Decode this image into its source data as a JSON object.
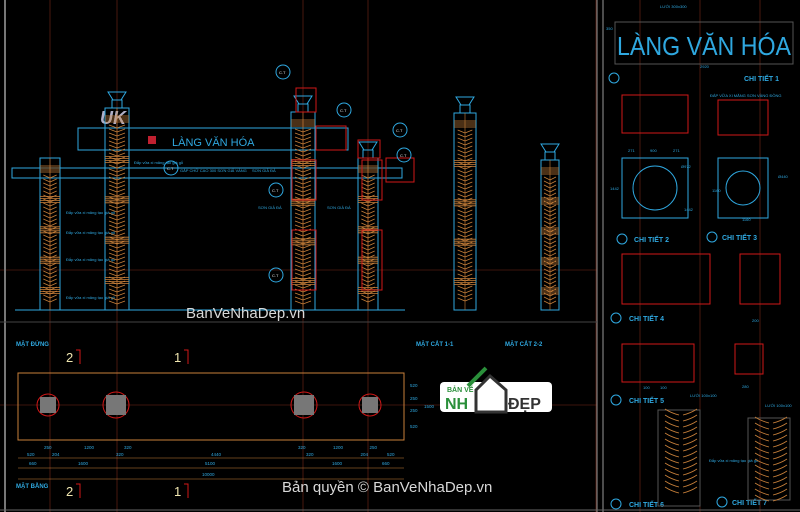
{
  "drawing": {
    "sign_text": "LÀNG VĂN HÓA",
    "sign_logo": "UK",
    "elevation": {
      "callout_sign": "GẮP CHỮ CAO 300 SƠN GIẢ VÀNG",
      "callout_paint": "SƠN GIẢ ĐÁ",
      "callout_wood": "Đắp vữa xi măng tạo giả gỗ",
      "bubbles": [
        "C.T",
        "C.T",
        "C.T",
        "C.T",
        "C.T",
        "C.T",
        "C.T"
      ]
    },
    "labels": {
      "elevation": "MẶT ĐỨNG",
      "plan": "MẶT BẰNG",
      "section_1": "MẶT CẮT 1-1",
      "section_2": "MẶT CẮT 2-2"
    },
    "section_marks": [
      "2",
      "1",
      "2",
      "1"
    ],
    "plan_dims": {
      "row1": [
        "520",
        "250",
        "204",
        "1200",
        "320",
        "320",
        "4440",
        "320",
        "320",
        "1200",
        "204",
        "250",
        "520"
      ],
      "row2": [
        "660",
        "1600",
        "5100",
        "1600",
        "660"
      ],
      "total": "10000",
      "side": [
        "520",
        "250",
        "250",
        "520",
        "1500"
      ]
    },
    "detail_panel": {
      "title": "LÀNG VĂN HÓA",
      "grid_label": "LƯỚI 300x300",
      "width_dim": "2920",
      "height_dim": "350",
      "details": [
        "CHI TIẾT 1",
        "CHI TIẾT 2",
        "CHI TIẾT 3",
        "CHI TIẾT 4",
        "CHI TIẾT 5",
        "CHI TIẾT 6",
        "CHI TIẾT 7"
      ],
      "detail1_note": "ĐẮP VỮA XI MĂNG SƠN VÀNG ĐỒNG",
      "dims": [
        "1442",
        "1442",
        "Ø972",
        "1160",
        "1160",
        "Ø440",
        "271",
        "900",
        "271",
        "200",
        "280",
        "100",
        "100"
      ],
      "grid_6": "LƯỚI 100x100",
      "grid_7": "LƯỚI 100x100",
      "leaf_note": "Đắp vữa xi măng tạo giả gỗ"
    },
    "watermarks": {
      "center": "BanVeNhaDep.vn",
      "bottom": "Bản quyền © BanVeNhaDep.vn",
      "logo_top": "BẢN VẼ",
      "logo_main": "NH",
      "logo_end": "ĐẸP"
    }
  },
  "colors": {
    "cyan": "#2fa8e0",
    "orange": "#c8803a",
    "red": "#d01818",
    "grid": "#7a2a18"
  }
}
